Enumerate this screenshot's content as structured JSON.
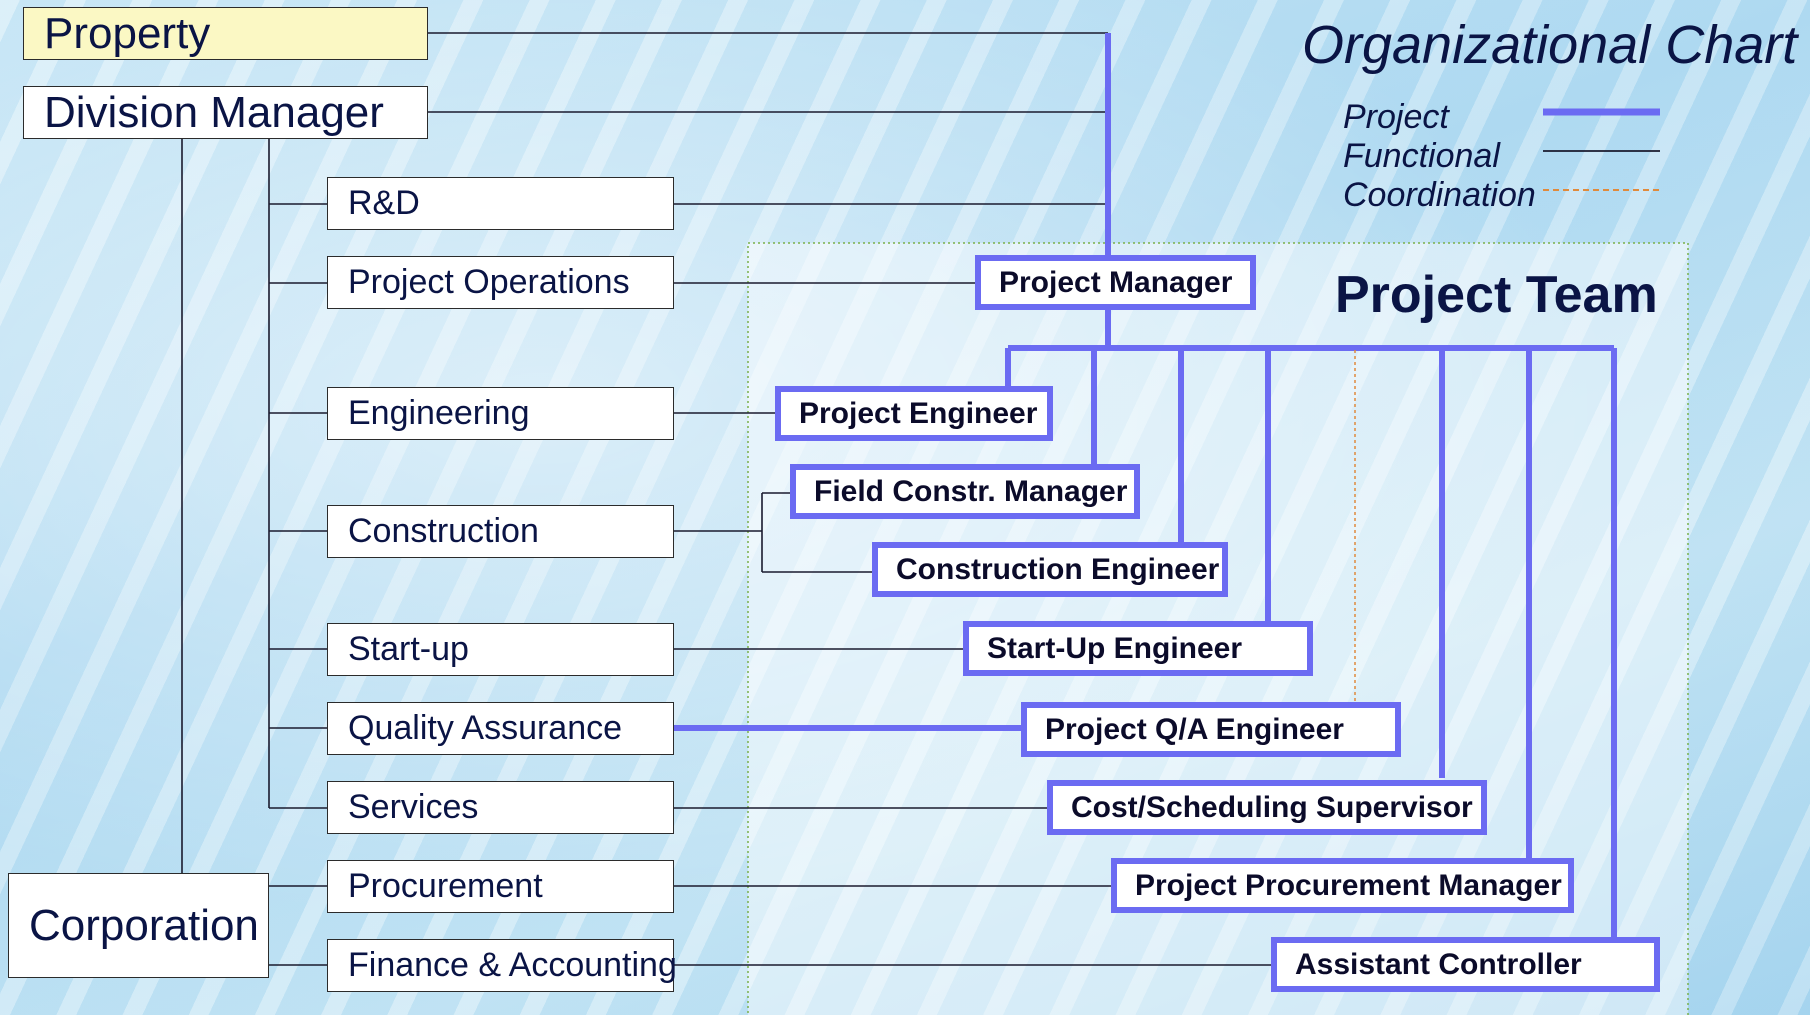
{
  "title": "Organizational Chart",
  "team_title": "Project Team",
  "legend": {
    "project": "Project",
    "functional": "Functional",
    "coordination": "Coordination"
  },
  "colors": {
    "project_line": "#6b6bf2",
    "functional_line": "#1a1a2e",
    "coordination_line": "#e08a3c",
    "property_fill": "#fbf8c4"
  },
  "functional": {
    "property": "Property",
    "division_manager": "Division Manager",
    "rd": "R&D",
    "project_operations": "Project Operations",
    "engineering": "Engineering",
    "construction": "Construction",
    "startup": "Start-up",
    "quality_assurance": "Quality Assurance",
    "services": "Services",
    "procurement": "Procurement",
    "finance": "Finance & Accounting",
    "corporation": "Corporation"
  },
  "team": {
    "project_manager": "Project Manager",
    "project_engineer": "Project Engineer",
    "field_constr_manager": "Field Constr. Manager",
    "construction_engineer": "Construction Engineer",
    "startup_engineer": "Start-Up Engineer",
    "qa_engineer": "Project Q/A Engineer",
    "cost_scheduling": "Cost/Scheduling Supervisor",
    "procurement_manager": "Project Procurement Manager",
    "assistant_controller": "Assistant Controller"
  }
}
